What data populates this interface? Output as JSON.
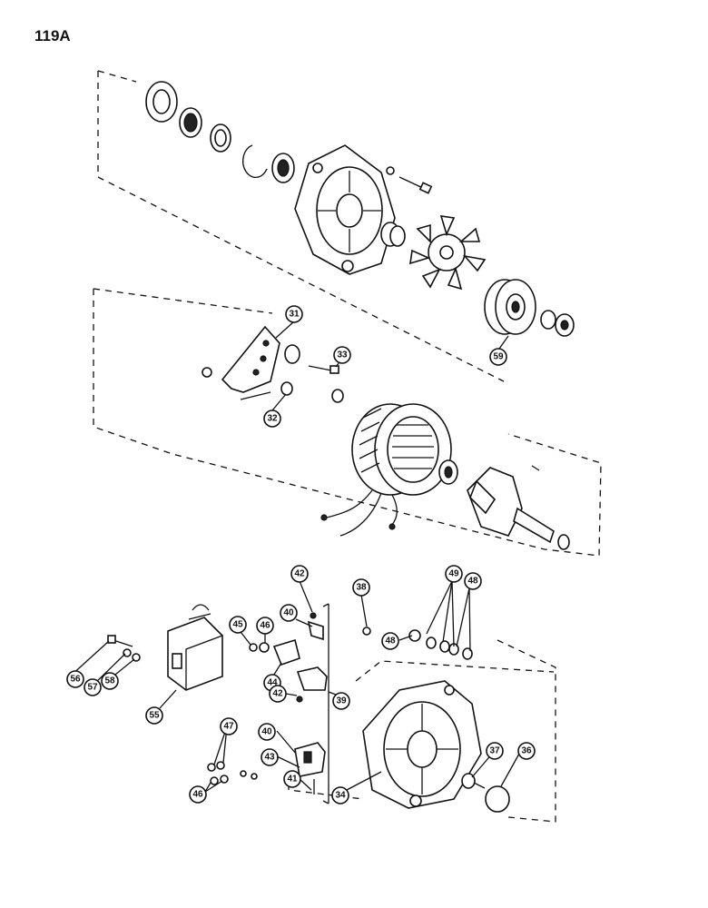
{
  "page": {
    "number": "119A"
  },
  "callouts": [
    "31",
    "32",
    "33",
    "59",
    "42",
    "40",
    "38",
    "49",
    "48",
    "48",
    "45",
    "46",
    "44",
    "56",
    "57",
    "58",
    "55",
    "42",
    "39",
    "40",
    "43",
    "47",
    "41",
    "46",
    "37",
    "36",
    "34"
  ]
}
